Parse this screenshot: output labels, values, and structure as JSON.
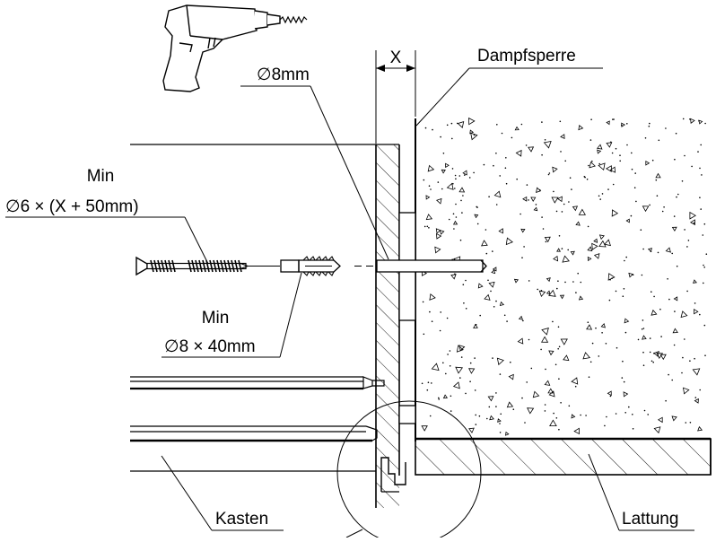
{
  "labels": {
    "dimension_x": "X",
    "drill_diameter": "8mm",
    "vapor_barrier": "Dampfsperre",
    "screw_min": "Min",
    "screw_spec": "6 × (X + 50mm)",
    "dowel_min": "Min",
    "dowel_spec": "8 × 40mm",
    "box": "Kasten",
    "batten": "Lattung"
  },
  "symbols": {
    "diameter": "∅"
  },
  "icons": [
    "drill-icon",
    "screw-icon",
    "wall-plug-icon"
  ],
  "colors": {
    "line": "#000000",
    "background": "#ffffff"
  }
}
